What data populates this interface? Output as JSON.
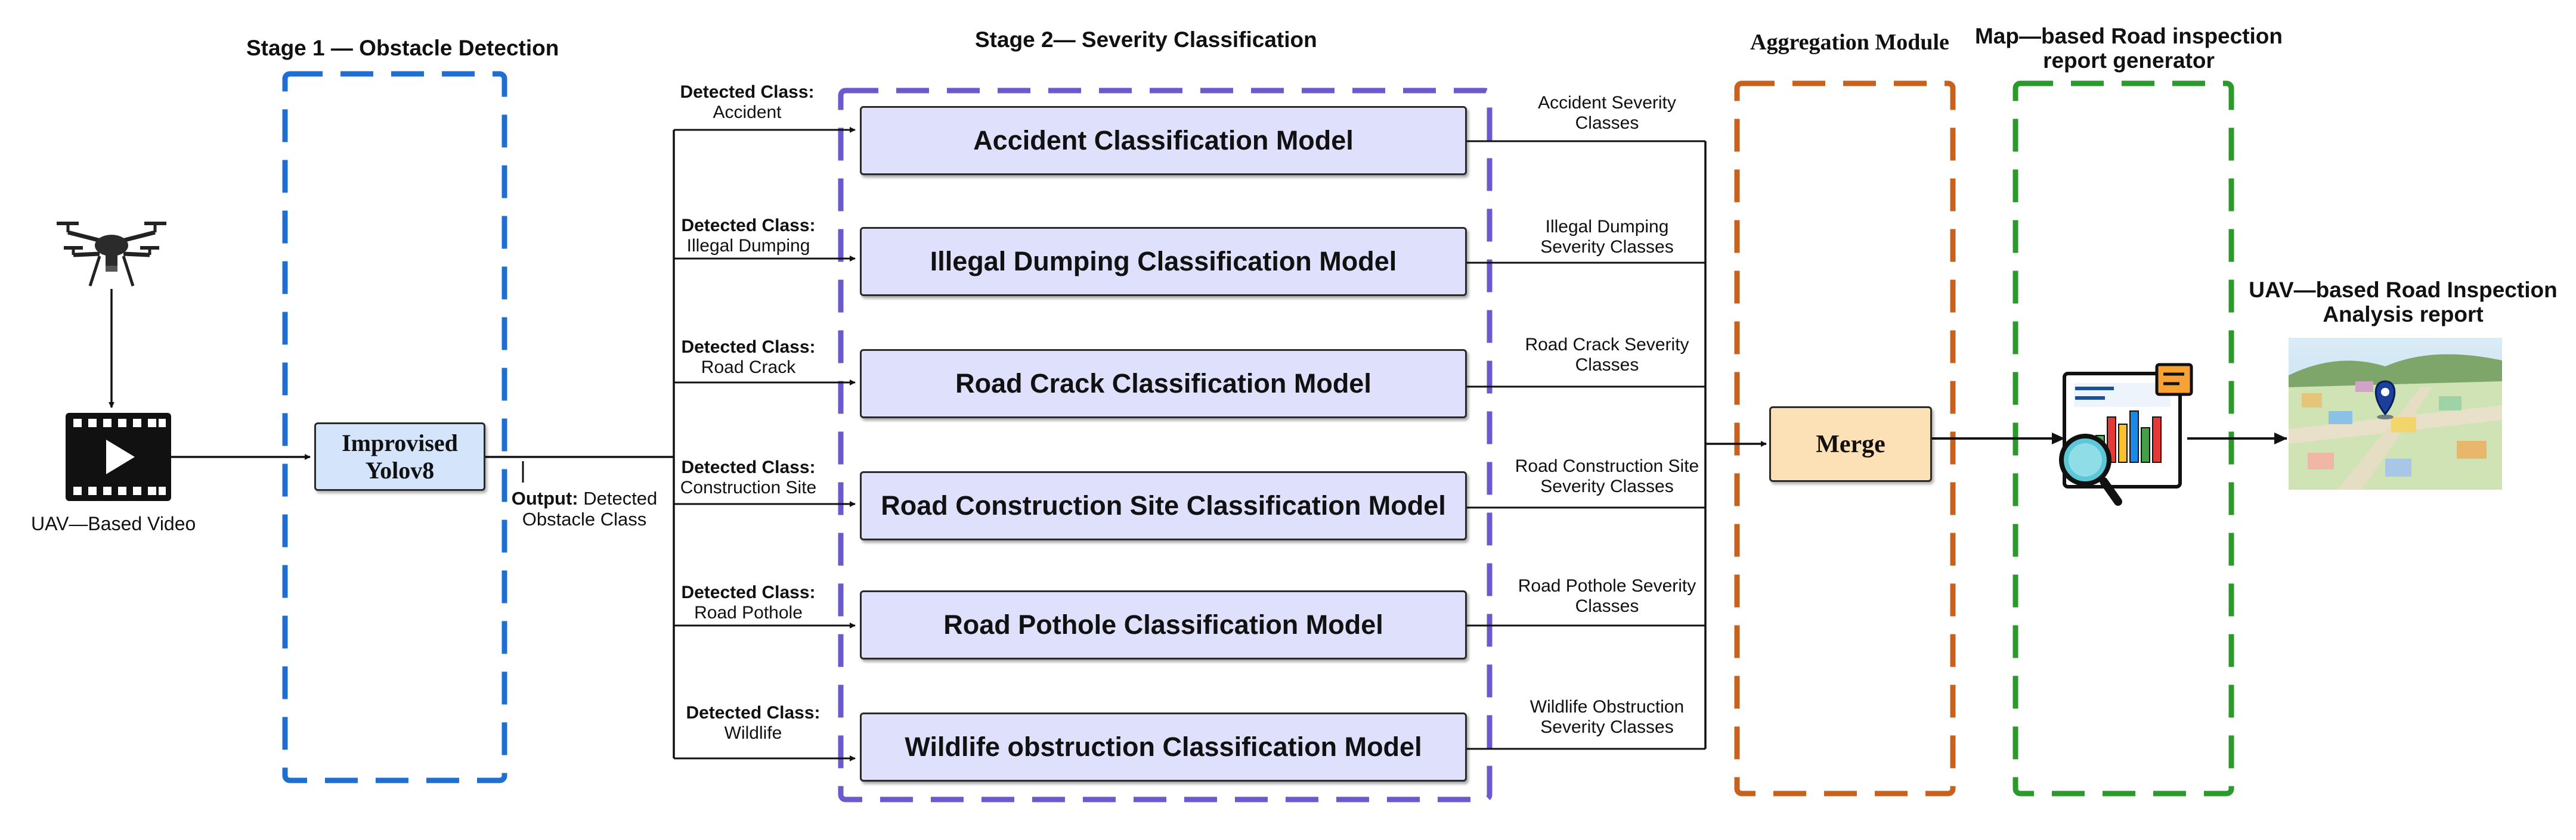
{
  "stage1": {
    "title": "Stage 1 — Obstacle Detection",
    "model": "Improvised Yolov8"
  },
  "input": {
    "video_label": "UAV—Based Video"
  },
  "output": {
    "label_bold": "Output:",
    "label_rest": " Detected",
    "label_line2": "Obstacle Class"
  },
  "stage2": {
    "title": "Stage 2— Severity Classification",
    "branches": [
      {
        "detected_prefix": "Detected Class:",
        "detected_class": "Accident",
        "model": "Accident Classification Model",
        "severity_line1": "Accident Severity",
        "severity_line2": "Classes"
      },
      {
        "detected_prefix": "Detected Class:",
        "detected_class": "Illegal Dumping",
        "model": "Illegal Dumping Classification Model",
        "severity_line1": "Illegal Dumping",
        "severity_line2": "Severity Classes"
      },
      {
        "detected_prefix": "Detected Class:",
        "detected_class": "Road Crack",
        "model": "Road Crack Classification Model",
        "severity_line1": "Road Crack Severity",
        "severity_line2": "Classes"
      },
      {
        "detected_prefix": "Detected Class:",
        "detected_class": "Construction Site",
        "model": "Road Construction Site Classification Model",
        "severity_line1": "Road Construction Site",
        "severity_line2": "Severity Classes"
      },
      {
        "detected_prefix": "Detected Class:",
        "detected_class": "Road Pothole",
        "model": "Road Pothole Classification Model",
        "severity_line1": "Road Pothole Severity",
        "severity_line2": "Classes"
      },
      {
        "detected_prefix": "Detected Class:",
        "detected_class": "Wildlife",
        "model": "Wildlife obstruction Classification Model",
        "severity_line1": "Wildlife Obstruction",
        "severity_line2": "Severity Classes"
      }
    ]
  },
  "aggregation": {
    "title": "Aggregation Module",
    "merge": "Merge"
  },
  "report_generator": {
    "title_line1": "Map—based Road inspection",
    "title_line2": "report generator"
  },
  "final_report": {
    "title_line1": "UAV—based Road Inspection",
    "title_line2": "Analysis report"
  },
  "colors": {
    "stage1_border": "#1f6fd1",
    "stage2_border": "#6a5acd",
    "aggregation_border": "#c8611b",
    "report_border": "#2a9a2a",
    "model_fill": "#dfe0fb",
    "yolo_fill": "#d4e5fb",
    "merge_fill": "#fde1b6"
  },
  "icons": {
    "input_device": "drone-icon",
    "video": "video-icon",
    "report": "report-analytics-icon",
    "map": "map-thumbnail"
  }
}
